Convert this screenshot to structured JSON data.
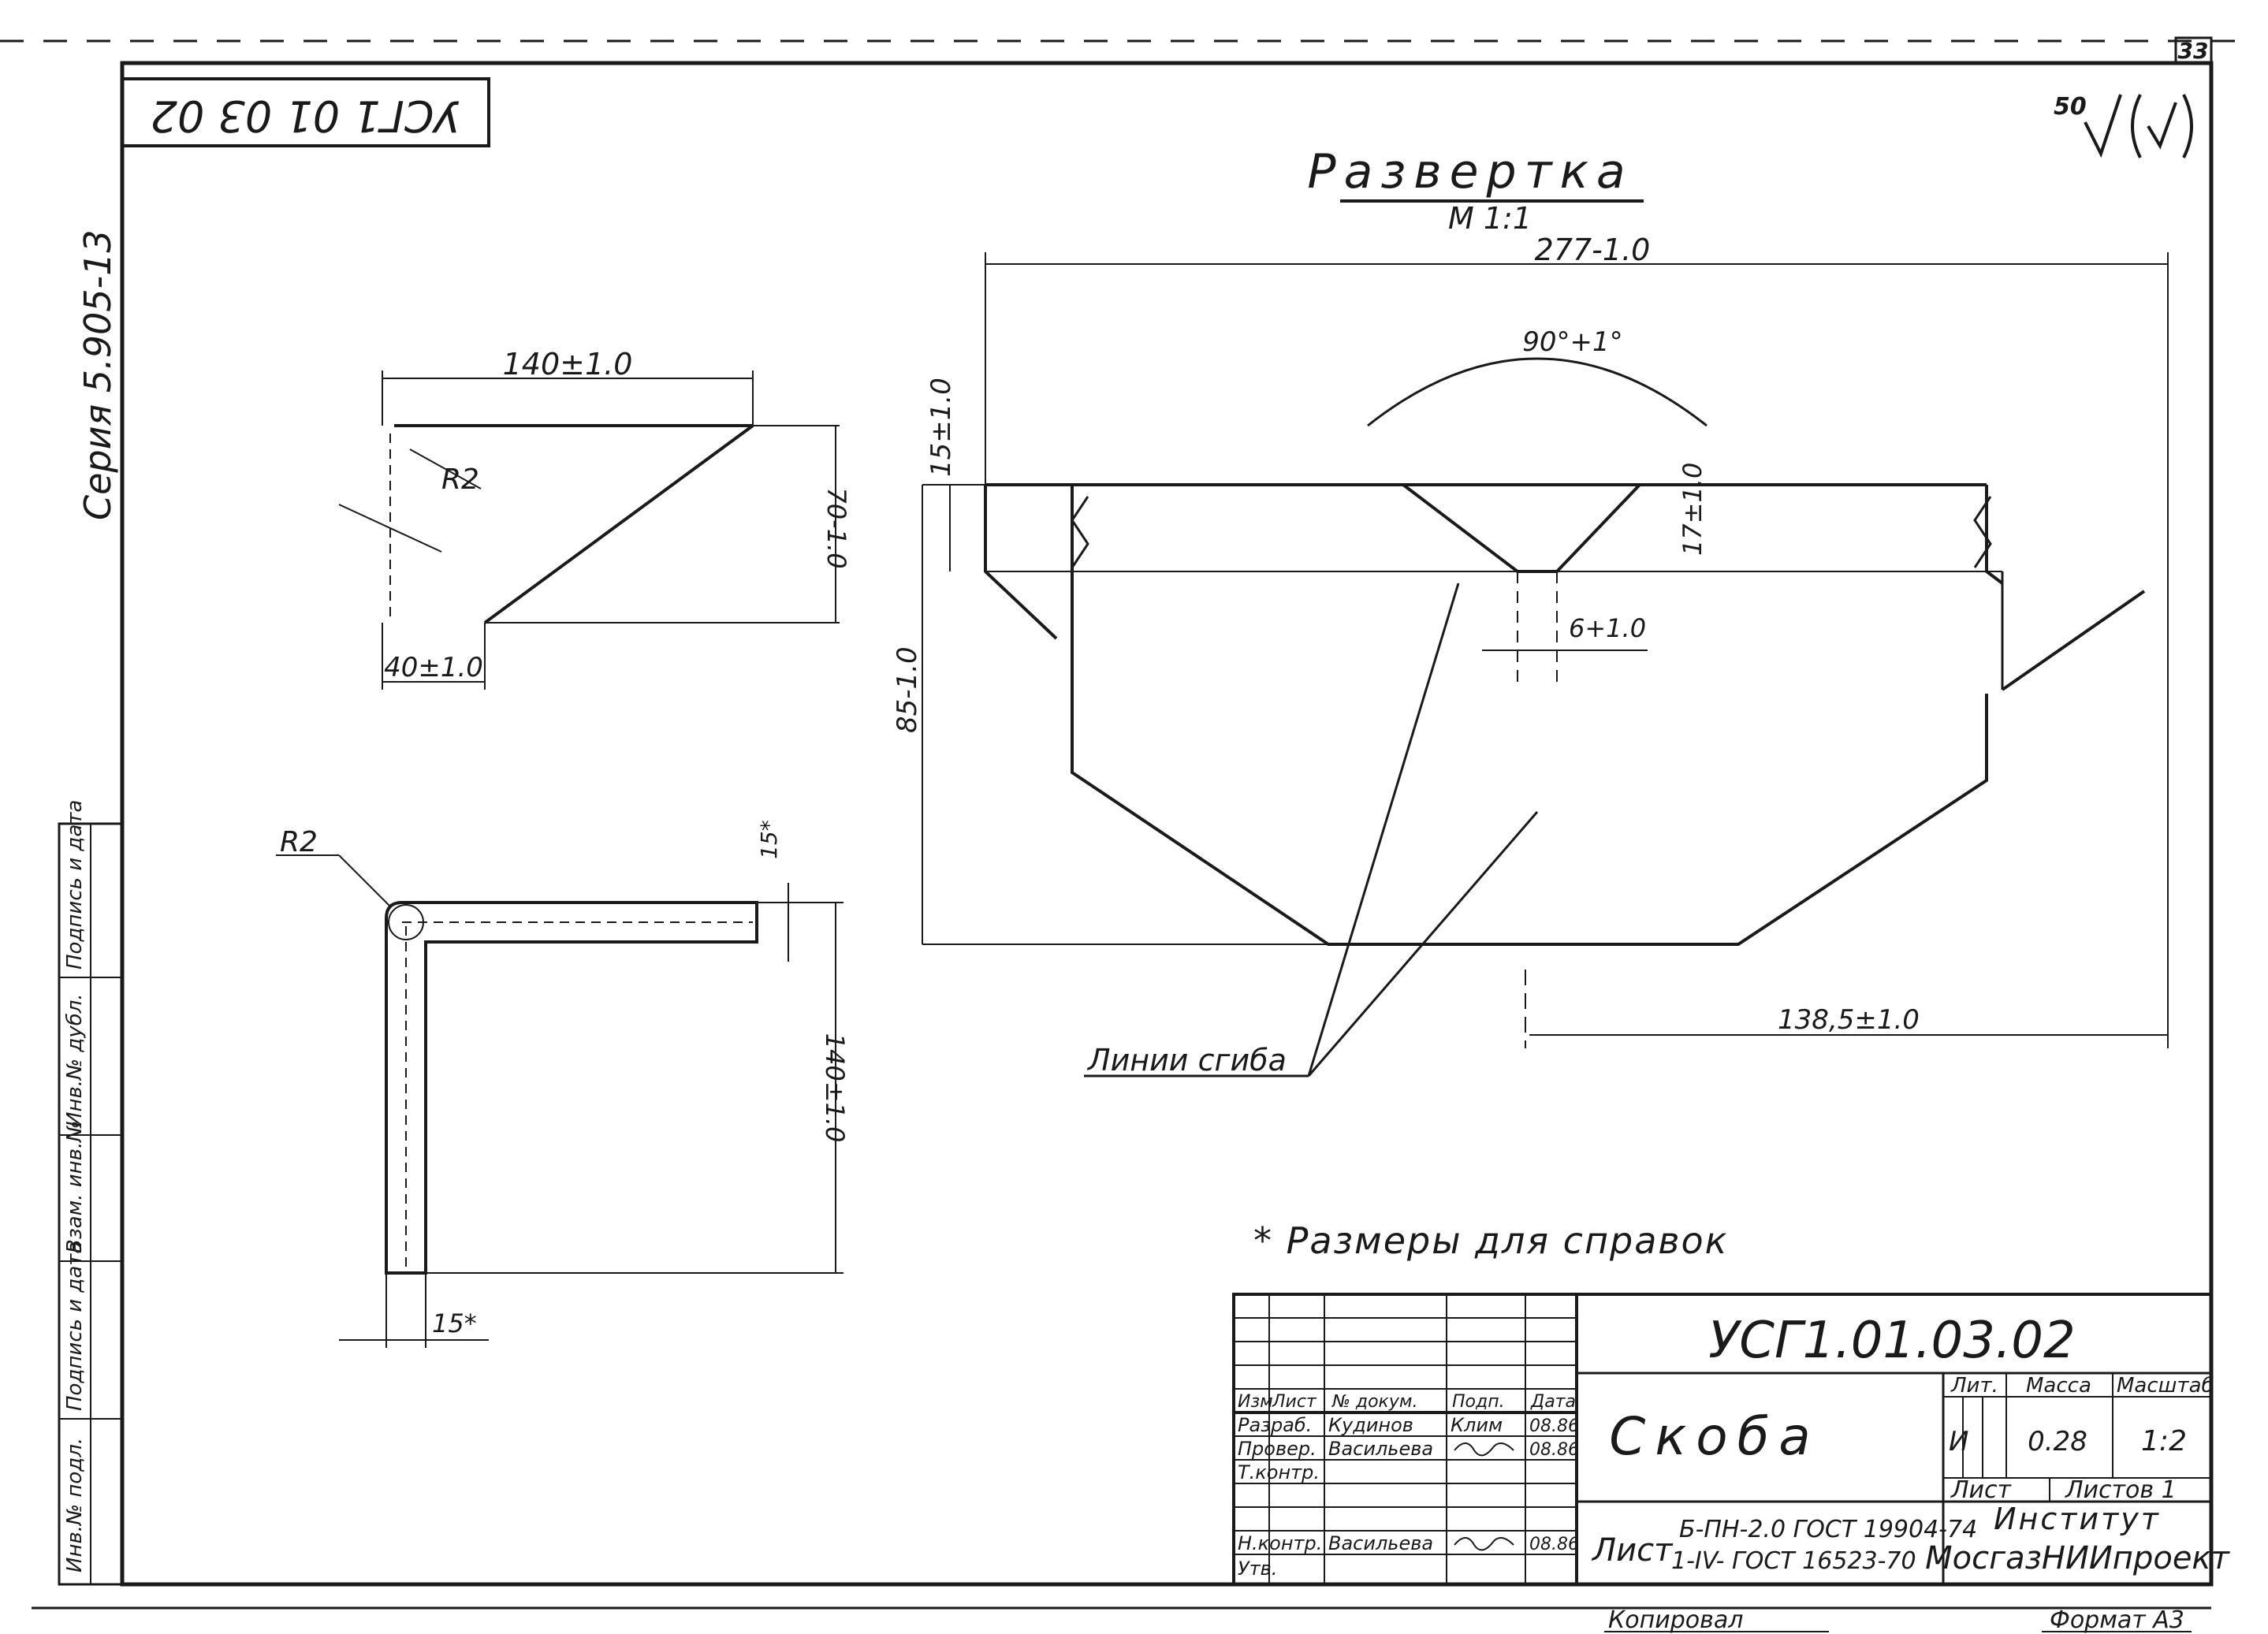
{
  "sheet_number": "33",
  "top_code_rotated": "УСГ1 01 03 02",
  "series": "Серия 5.905-13",
  "roughness": "50",
  "development": {
    "title": "Развертка",
    "scale": "М 1:1"
  },
  "dims": {
    "d277": "277-1.0",
    "d90": "90°+1°",
    "d15a": "15±1.0",
    "d17": "17±1.0",
    "d6": "6+1.0",
    "d85": "85-1.0",
    "d1385": "138,5±1.0",
    "d140a": "140±1.0",
    "r2a": "R2",
    "d70": "70-1.0",
    "d40": "40±1.0",
    "r2b": "R2",
    "d15b": "15*",
    "d140b": "140±1.0",
    "d15c": "15*"
  },
  "bend_label": "Линии сгиба",
  "reference_note": "* Размеры для справок",
  "left_strip": [
    "Инв.№ подл.",
    "Подпись и дата",
    "Взам. инв.№",
    "Инв.№ дубл.",
    "Подпись и дата"
  ],
  "title_block": {
    "designation": "УСГ1.01.03.02",
    "part_name": "Скоба",
    "header_cols": [
      "Изм",
      "Лист",
      "№ докум.",
      "Подп.",
      "Дата"
    ],
    "rows": [
      {
        "role": "Разраб.",
        "name": "Кудинов",
        "sign": "Клим",
        "date": "08.86"
      },
      {
        "role": "Провер.",
        "name": "Васильева",
        "sign": "",
        "date": "08.86"
      },
      {
        "role": "Т.контр.",
        "name": "",
        "sign": "",
        "date": ""
      },
      {
        "role": "Н.контр.",
        "name": "Васильева",
        "sign": "",
        "date": "08.86"
      },
      {
        "role": "Утв.",
        "name": "",
        "sign": "",
        "date": ""
      }
    ],
    "material_prefix": "Лист",
    "material_line1": "Б-ПН-2.0 ГОСТ 19904-74",
    "material_line2": "1-IV- ГОСТ 16523-70",
    "lit_label": "Лит.",
    "mass_label": "Масса",
    "scale_label": "Масштаб",
    "lit_value": "И",
    "mass_value": "0.28",
    "scale_value": "1:2",
    "sheet_label": "Лист",
    "sheets_label": "Листов 1",
    "org_line1": "Институт",
    "org_line2": "МосгазНИИпроект"
  },
  "copied_label": "Копировал",
  "format_label": "Формат А3"
}
